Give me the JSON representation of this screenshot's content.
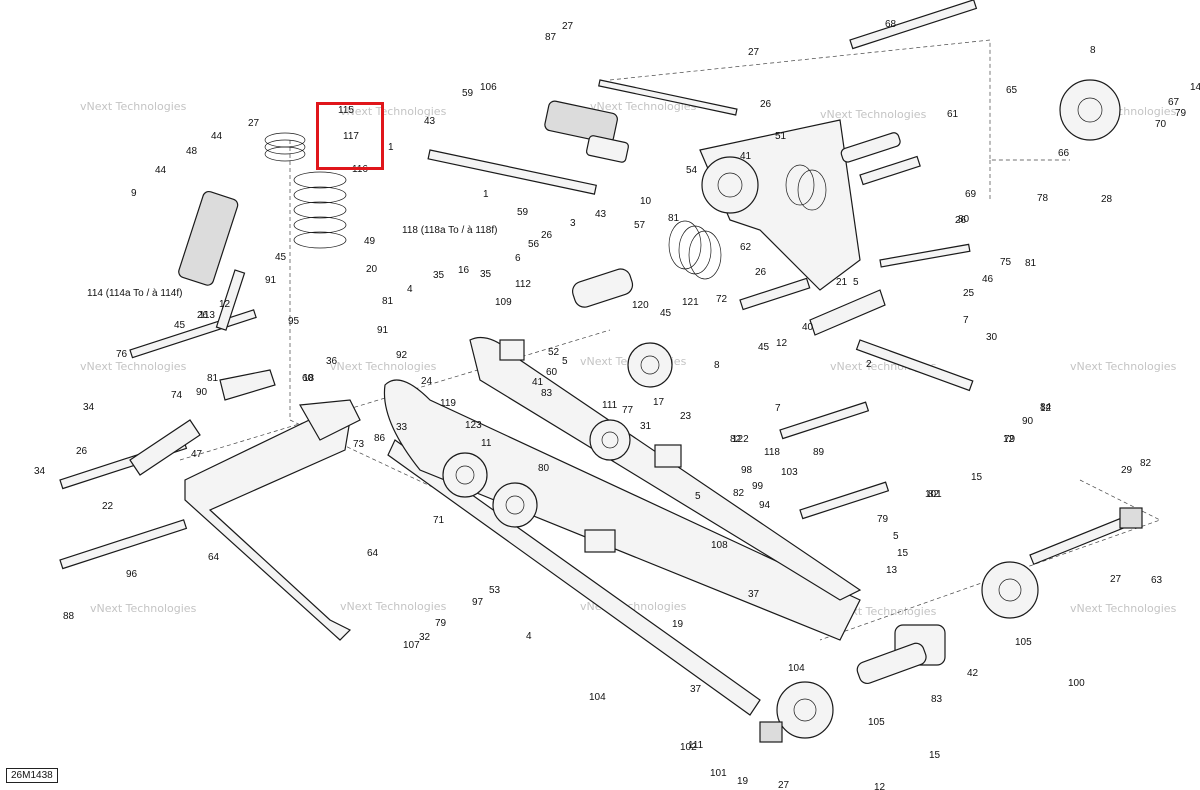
{
  "diagram_code": "26M1438",
  "watermark": "vNext Technologies",
  "highlight_color": "#e0161b",
  "highlight_labels": [
    "115",
    "117"
  ],
  "callouts": {
    "c118": "118 (118a To / à 118f)",
    "c114": "114 (114a To / à 114f)"
  },
  "labels": [
    "27",
    "87",
    "27",
    "68",
    "8",
    "14",
    "59",
    "106",
    "26",
    "65",
    "67",
    "43",
    "116",
    "1",
    "51",
    "61",
    "79",
    "44",
    "27",
    "70",
    "41",
    "48",
    "44",
    "9",
    "45",
    "91",
    "45",
    "49",
    "20",
    "114a",
    "117",
    "113",
    "1",
    "59",
    "10",
    "81",
    "54",
    "3",
    "43",
    "57",
    "69",
    "66",
    "78",
    "28",
    "56",
    "26",
    "6",
    "62",
    "112",
    "72",
    "26",
    "75",
    "35",
    "16",
    "35",
    "4",
    "109",
    "120",
    "121",
    "45",
    "40",
    "21",
    "5",
    "26",
    "81",
    "46",
    "25",
    "92",
    "12",
    "81",
    "91",
    "26",
    "95",
    "36",
    "52",
    "60",
    "5",
    "45",
    "12",
    "7",
    "30",
    "76",
    "90",
    "18",
    "24",
    "119",
    "83",
    "123",
    "77",
    "8",
    "122",
    "11",
    "33",
    "86",
    "73",
    "17",
    "34",
    "26",
    "47",
    "74",
    "34",
    "22",
    "80",
    "23",
    "31",
    "98",
    "7",
    "82",
    "89",
    "103",
    "82",
    "82",
    "94",
    "79",
    "101",
    "29",
    "15",
    "13",
    "88",
    "96",
    "64",
    "64",
    "71",
    "53",
    "97",
    "108",
    "99",
    "27",
    "63",
    "79",
    "32",
    "107",
    "4",
    "19",
    "104",
    "37",
    "105",
    "100",
    "42",
    "83",
    "104",
    "37",
    "105",
    "15",
    "102",
    "101",
    "19",
    "27",
    "12",
    "12",
    "81",
    "90",
    "60",
    "41",
    "111",
    "12",
    "84",
    "2",
    "5",
    "80",
    "5",
    "15",
    "111",
    "79",
    "82",
    "118",
    "114"
  ]
}
